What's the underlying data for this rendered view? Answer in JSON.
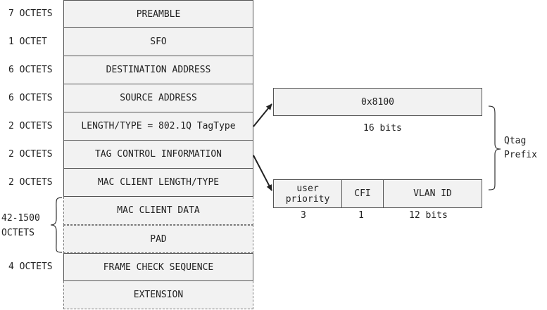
{
  "frame": {
    "rows": [
      {
        "size": "7 OCTETS",
        "field": "PREAMBLE"
      },
      {
        "size": "1 OCTET",
        "field": "SFO"
      },
      {
        "size": "6 OCTETS",
        "field": "DESTINATION ADDRESS"
      },
      {
        "size": "6 OCTETS",
        "field": "SOURCE ADDRESS"
      },
      {
        "size": "2 OCTETS",
        "field": "LENGTH/TYPE = 802.1Q TagType"
      },
      {
        "size": "2 OCTETS",
        "field": "TAG CONTROL INFORMATION"
      },
      {
        "size": "2 OCTETS",
        "field": "MAC CLIENT LENGTH/TYPE"
      },
      {
        "size": "",
        "field": "MAC CLIENT DATA"
      },
      {
        "size": "",
        "field": "PAD"
      },
      {
        "size": "4 OCTETS",
        "field": "FRAME CHECK SEQUENCE"
      },
      {
        "size": "",
        "field": "EXTENSION"
      }
    ],
    "variable_size_line1": "42-1500",
    "variable_size_line2": "OCTETS"
  },
  "qtag": {
    "tagtype_value": "0x8100",
    "tagtype_bits": "16 bits",
    "tci_fields": [
      {
        "name": "user priority",
        "bits": "3"
      },
      {
        "name": "CFI",
        "bits": "1"
      },
      {
        "name": "VLAN ID",
        "bits": "12 bits"
      }
    ],
    "prefix_line1": "Qtag",
    "prefix_line2": "Prefix"
  }
}
